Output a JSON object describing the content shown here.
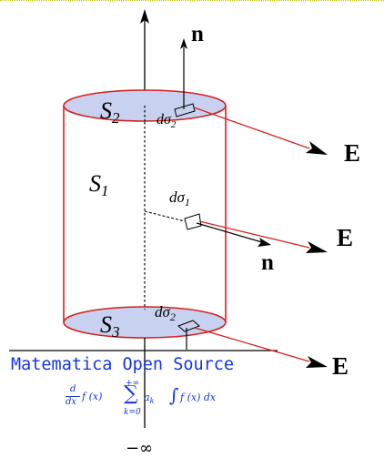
{
  "labels": {
    "s1": "S",
    "s1_sub": "1",
    "s2": "S",
    "s2_sub": "2",
    "s3": "S",
    "s3_sub": "3",
    "dsigma_top": "dσ",
    "dsigma_top_sub": "2",
    "dsigma_mid": "dσ",
    "dsigma_mid_sub": "1",
    "dsigma_bot": "dσ",
    "dsigma_bot_sub": "2",
    "n_top": "n",
    "n_mid": "n",
    "e_top": "E",
    "e_mid": "E",
    "e_bot": "E",
    "neg_infinity": "−∞"
  },
  "watermark": {
    "text": "Matematica Open Source",
    "derivative": "d",
    "derivative_den": "dx",
    "derivative_fn": "f (x)",
    "sum_top": "+∞",
    "sum_sym": "∑",
    "sum_bottom": "k=0",
    "sum_term": "a",
    "sum_term_sub": "k",
    "integral": "∫",
    "integral_fn": "f (x) dx"
  },
  "colors": {
    "cylinder": "#d6201f",
    "cap_fill": "#c8d2f0",
    "arrow_e": "#d6201f",
    "axis": "#000000",
    "watermark": "#1535e0"
  }
}
